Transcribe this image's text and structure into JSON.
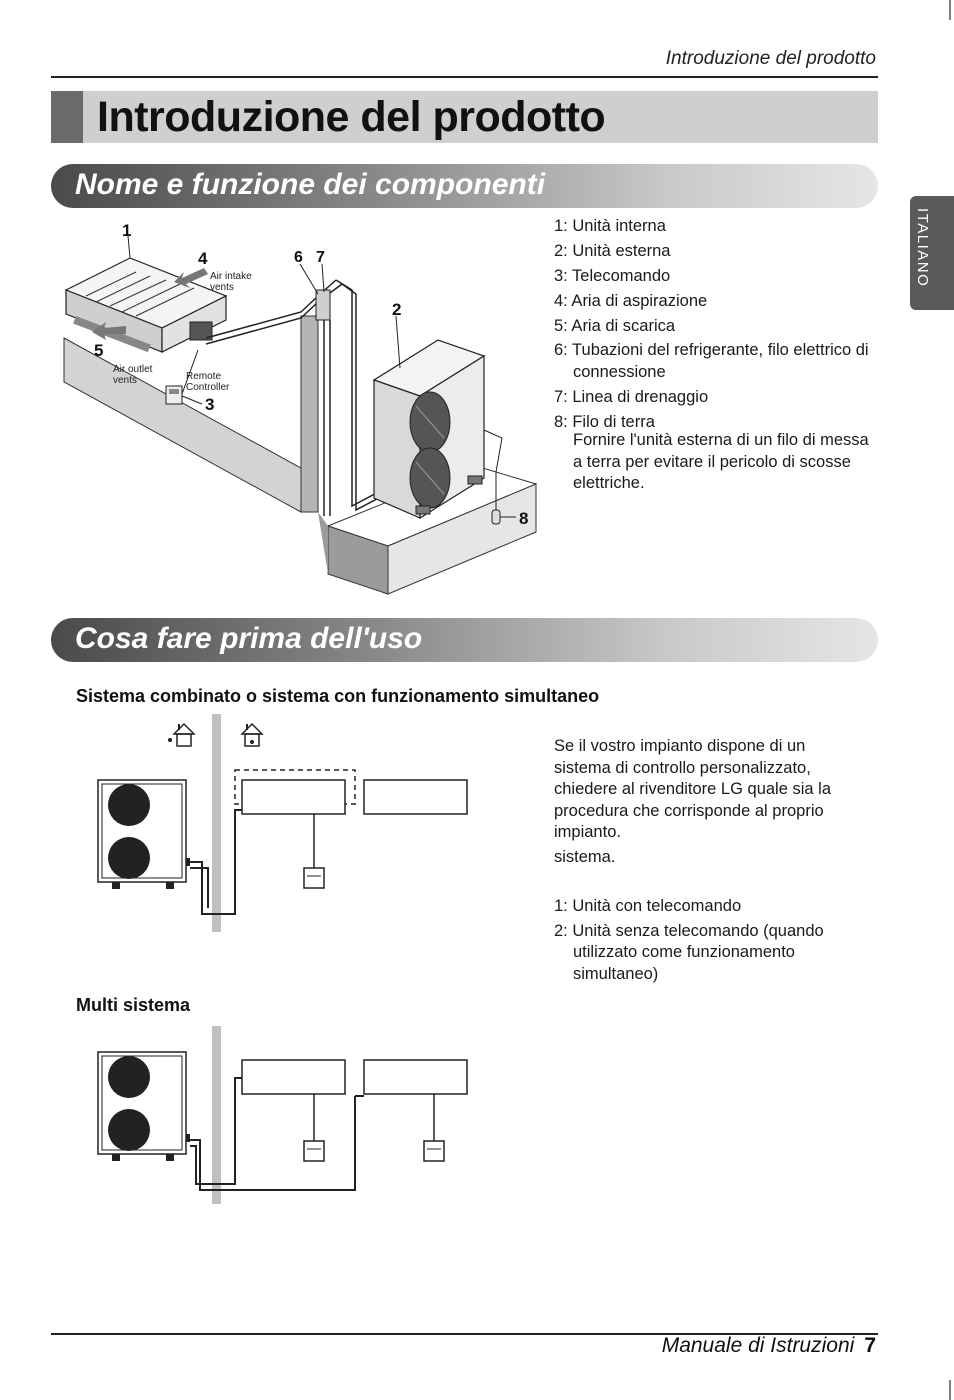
{
  "header": {
    "running_title": "Introduzione del prodotto"
  },
  "page_title": "Introduzione del prodotto",
  "side_tab": "ITALIANO",
  "section1": {
    "title": "Nome e funzione dei componenti",
    "figure_labels": {
      "n1": "1",
      "n2": "2",
      "n3": "3",
      "n4": "4",
      "n5": "5",
      "n6": "6",
      "n7": "7",
      "n8": "8",
      "air_intake_1": "Air intake",
      "air_intake_2": "vents",
      "air_outlet_1": "Air outlet",
      "air_outlet_2": "vents",
      "remote_1": "Remote",
      "remote_2": "Controller"
    },
    "components": [
      "1: Unità interna",
      "2: Unità esterna",
      "3: Telecomando",
      "4: Aria di aspirazione",
      "5: Aria di scarica",
      "6: Tubazioni del refrigerante, filo elettrico di connessione",
      "7: Linea di drenaggio",
      "8: Filo di terra"
    ],
    "component8_note": "Fornire l'unità esterna di un filo di messa a terra per evitare il pericolo di scosse elettriche."
  },
  "section2": {
    "title": "Cosa fare prima dell'uso",
    "subheading_combined": "Sistema combinato o sistema con funzionamento simultaneo",
    "paragraph": "Se il vostro impianto dispone di un sistema di controllo personalizzato, chiedere al rivenditore LG quale sia la procedura che corrisponde al proprio impianto.",
    "paragraph_tail": "sistema.",
    "units": [
      "1: Unità con telecomando",
      "2: Unità senza telecomando (quando utilizzato come funzionamento simultaneo)"
    ],
    "subheading_multi": "Multi sistema"
  },
  "footer": {
    "manual_title": "Manuale di Istruzioni",
    "page_number": "7"
  }
}
